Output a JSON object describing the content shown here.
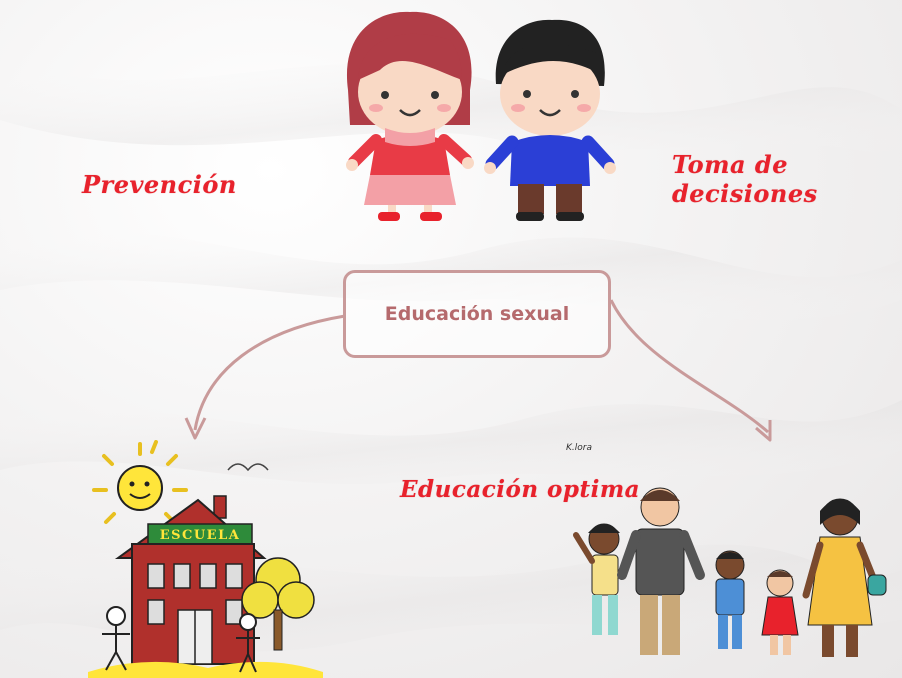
{
  "slide": {
    "center_label": "Educación sexual",
    "left_label": "Prevención",
    "right_label": "Toma de decisiones",
    "bottom_label": "Educación optima",
    "school_sign": "ESCUELA",
    "signature": "K.lora"
  },
  "colors": {
    "accent_red": "#e8222c",
    "box_border": "#c99a9a",
    "box_text": "#b56a6d"
  },
  "icons": [
    "girl-illustration",
    "boy-illustration",
    "school-illustration",
    "family-illustration",
    "curved-arrow-left",
    "curved-arrow-right"
  ]
}
